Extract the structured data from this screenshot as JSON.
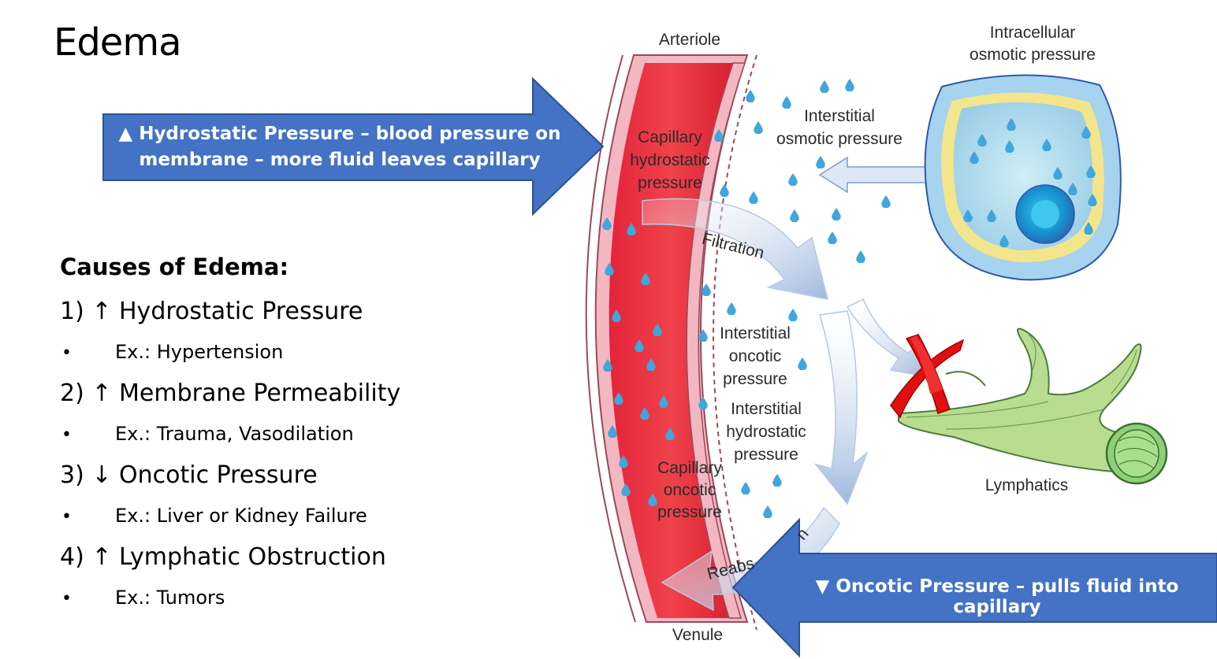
{
  "title": "Edema",
  "causes": {
    "heading": "Causes of Edema:",
    "items": [
      {
        "label": "1) ↑ Hydrostatic Pressure",
        "example": "Ex.: Hypertension"
      },
      {
        "label": "2) ↑ Membrane Permeability",
        "example": "Ex.: Trauma, Vasodilation"
      },
      {
        "label": "3) ↓ Oncotic Pressure",
        "example": "Ex.: Liver or Kidney Failure"
      },
      {
        "label": "4) ↑ Lymphatic Obstruction",
        "example": "Ex.: Tumors"
      }
    ],
    "bullet": "•"
  },
  "callouts": {
    "hydrostatic": {
      "line1": "▲ Hydrostatic Pressure – blood pressure on",
      "line2": "membrane – more fluid leaves capillary",
      "color": "#4472c4"
    },
    "oncotic": {
      "text": "▼ Oncotic Pressure – pulls fluid into capillary",
      "color": "#4472c4"
    }
  },
  "diagram": {
    "arteriole": "Arteriole",
    "venule": "Venule",
    "capillary_hydrostatic": [
      "Capillary",
      "hydrostatic",
      "pressure"
    ],
    "capillary_oncotic": [
      "Capillary",
      "oncotic",
      "pressure"
    ],
    "filtration": "Filtration",
    "reabsorption_fragment": "Reabs",
    "reabsorption_tail": "n",
    "interstitial_osmotic": [
      "Interstitial",
      "osmotic pressure"
    ],
    "intracellular_osmotic": [
      "Intracellular",
      "osmotic pressure"
    ],
    "interstitial_oncotic": [
      "Interstitial",
      "oncotic",
      "pressure"
    ],
    "interstitial_hydrostatic": [
      "Interstitial",
      "hydrostatic",
      "pressure"
    ],
    "lymphatics": "Lymphatics",
    "blocked_mark_color": "#e01010",
    "vessel_color": "#e8323a",
    "cell_color": "#a8d4ec"
  }
}
